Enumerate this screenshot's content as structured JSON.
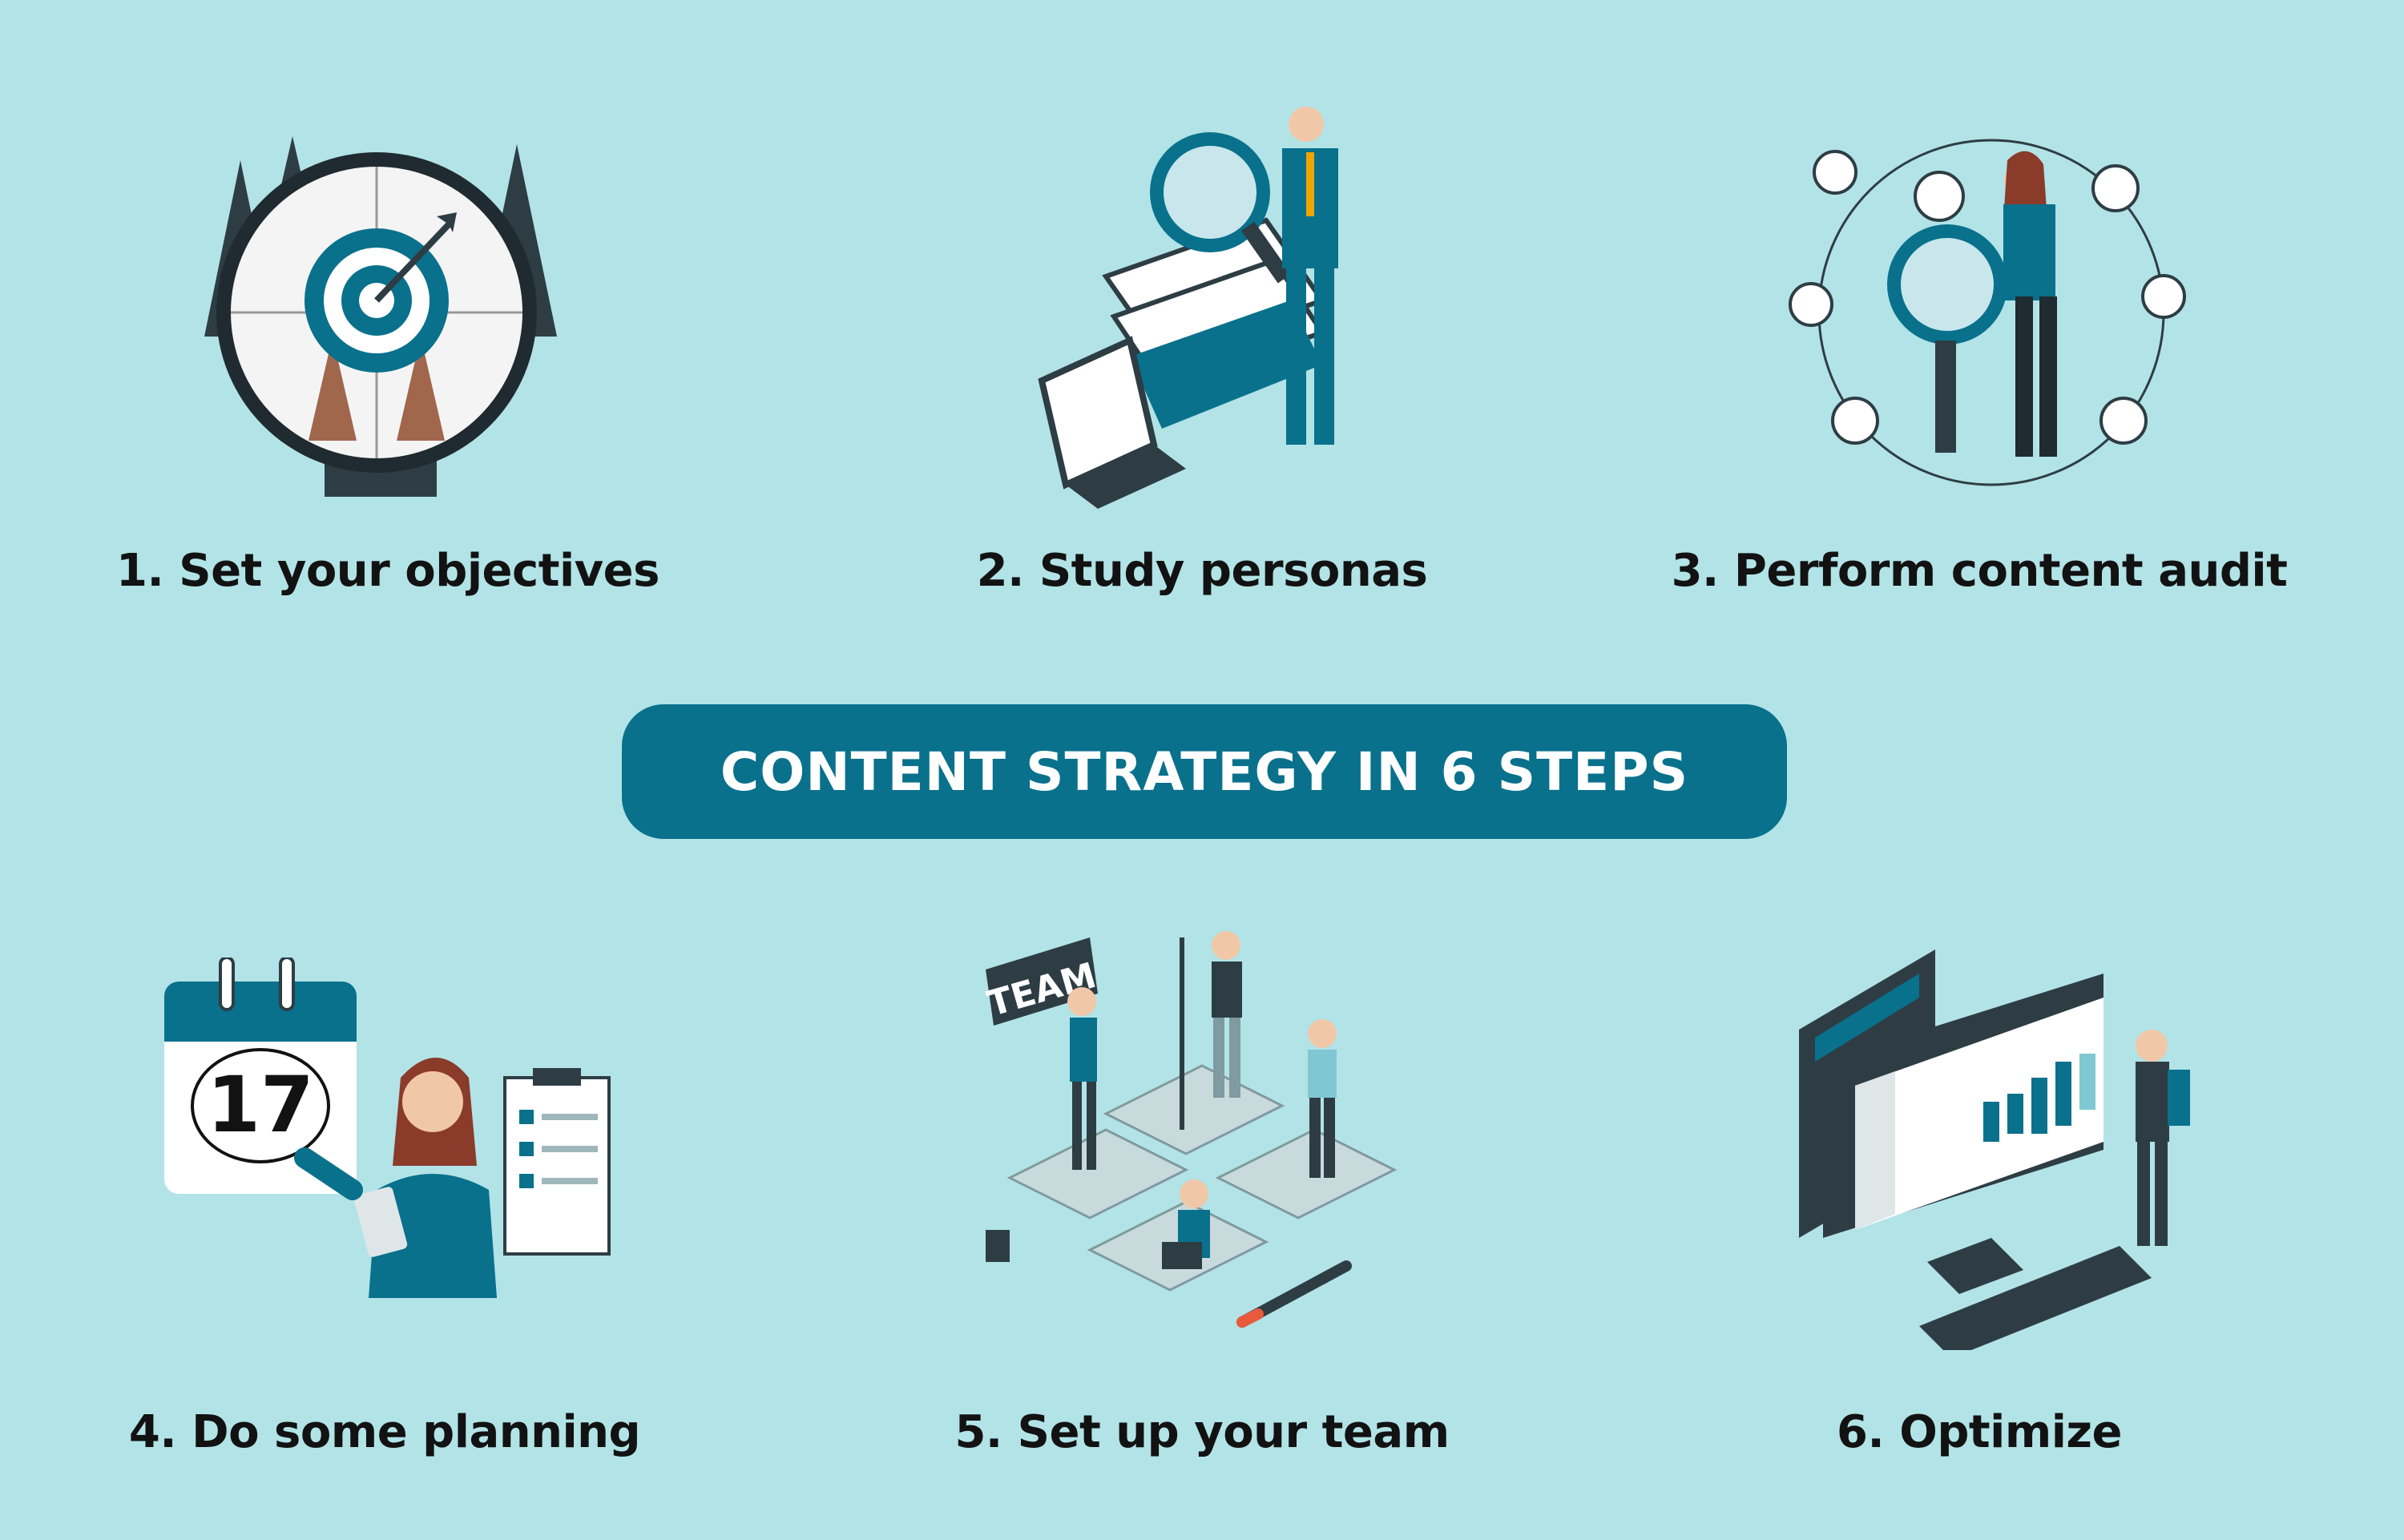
{
  "banner": {
    "title": "CONTENT STRATEGY IN 6 STEPS"
  },
  "steps": [
    {
      "label": "1. Set your objectives",
      "icon": "target-compass-icon"
    },
    {
      "label": "2. Study personas",
      "icon": "magnifier-documents-icon"
    },
    {
      "label": "3. Perform content audit",
      "icon": "audit-network-icon"
    },
    {
      "label": "4. Do some planning",
      "icon": "calendar-planning-icon",
      "calendar_day": "17"
    },
    {
      "label": "5. Set up your team",
      "icon": "team-puzzle-icon",
      "sign_text": "TEAM"
    },
    {
      "label": "6. Optimize",
      "icon": "monitor-dashboard-icon"
    }
  ],
  "colors": {
    "background": "#b2e3e7",
    "accent": "#09718c",
    "dark": "#2e3d44",
    "text": "#121212"
  }
}
